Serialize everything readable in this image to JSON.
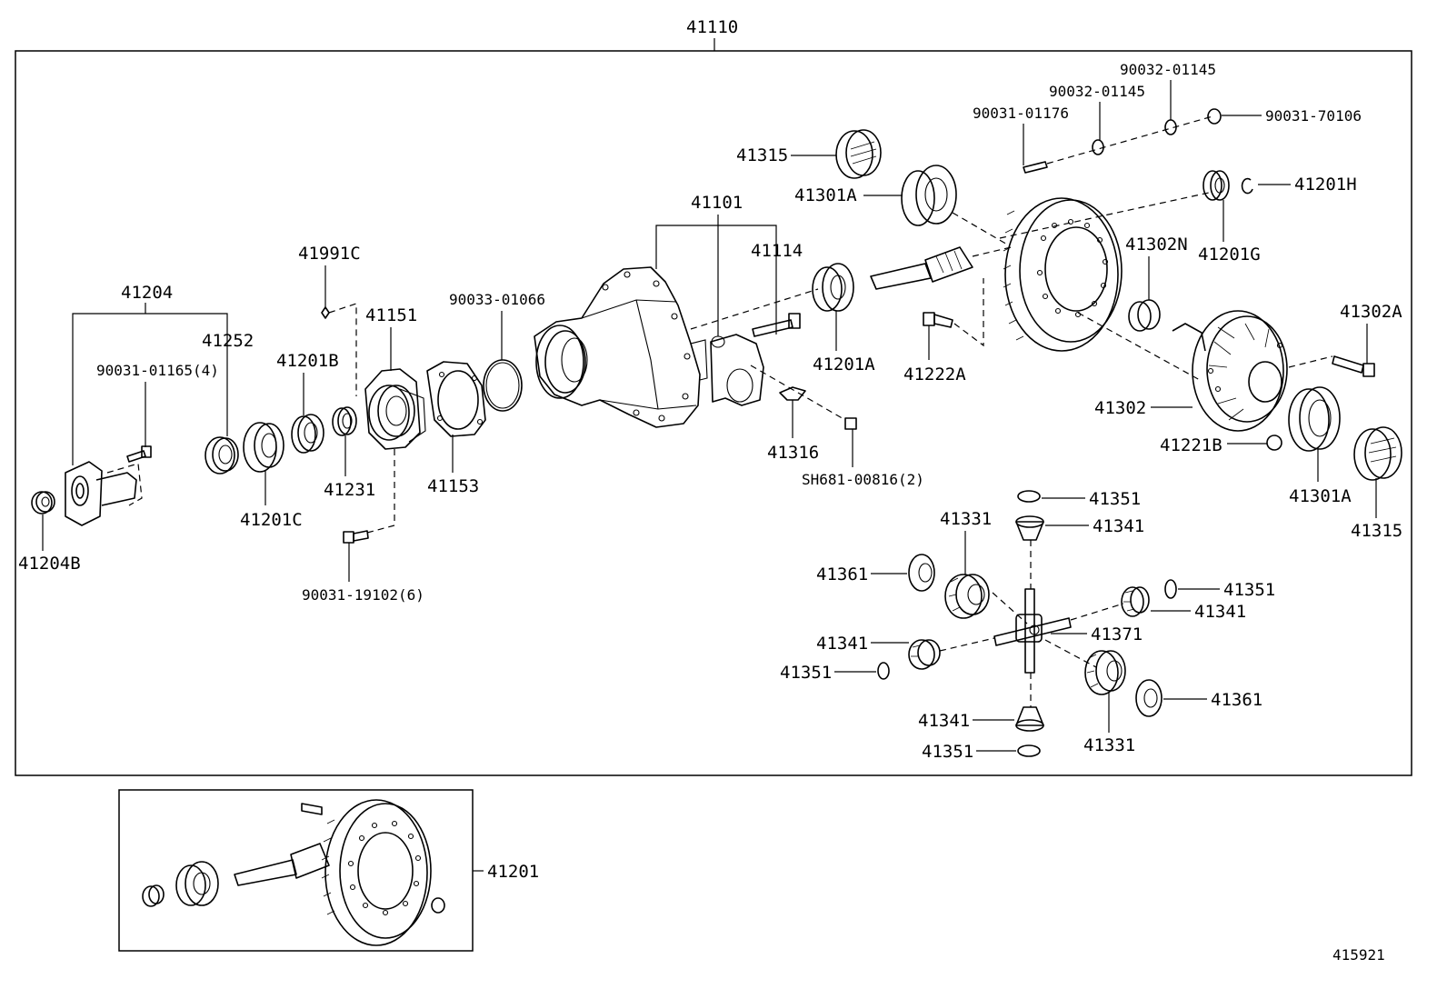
{
  "diagram": {
    "assembly_number": "41110",
    "sub_assembly_number": "41201",
    "drawing_number": "415921"
  },
  "labels": {
    "l41204": "41204",
    "l41204b": "41204B",
    "l90031_01165": "90031-01165(4)",
    "l41252": "41252",
    "l41201c": "41201C",
    "l41201b": "41201B",
    "l41231": "41231",
    "l41991c": "41991C",
    "l41151": "41151",
    "l90031_19102": "90031-19102(6)",
    "l41153": "41153",
    "l90033_01066": "90033-01066",
    "l41101": "41101",
    "l41114": "41114",
    "l41316": "41316",
    "lsh681": "SH681-00816(2)",
    "l41315_top": "41315",
    "l41301a_top": "41301A",
    "l41201a": "41201A",
    "l41222a": "41222A",
    "l90031_01176": "90031-01176",
    "l90032_01145_a": "90032-01145",
    "l90032_01145_b": "90032-01145",
    "l90031_70106": "90031-70106",
    "l41201h": "41201H",
    "l41201g": "41201G",
    "l41302n": "41302N",
    "l41302a": "41302A",
    "l41302": "41302",
    "l41221b": "41221B",
    "l41301a_bot": "41301A",
    "l41315_bot": "41315",
    "l41351_top": "41351",
    "l41341_top": "41341",
    "l41331_left": "41331",
    "l41361_left": "41361",
    "l41351_right": "41351",
    "l41341_right": "41341",
    "l41371": "41371",
    "l41341_left": "41341",
    "l41351_left": "41351",
    "l41361_right": "41361",
    "l41341_bot": "41341",
    "l41331_bot": "41331",
    "l41351_bot": "41351"
  }
}
